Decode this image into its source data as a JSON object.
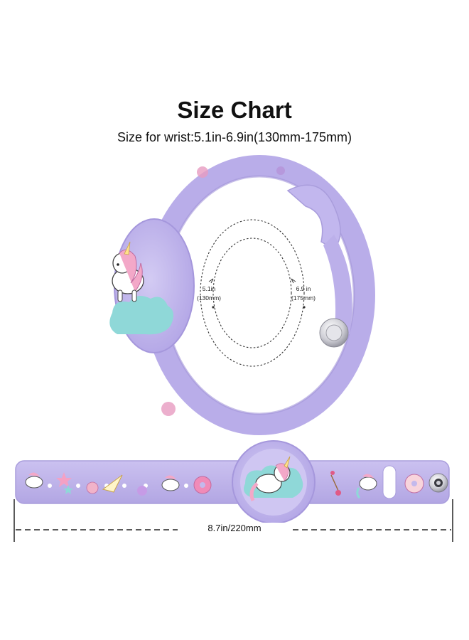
{
  "header": {
    "title": "Size Chart",
    "subtitle": "Size for wrist:5.1in-6.9in(130mm-175mm)"
  },
  "diagram": {
    "inner_circle": {
      "in": "5.1in",
      "mm": "(130mm)"
    },
    "outer_circle": {
      "in": "6.9 in",
      "mm": "(175mm)"
    },
    "band_length": "8.7in/220mm"
  },
  "colors": {
    "band": "#c4b9ec",
    "band_shade": "#a99ddc",
    "cloud": "#8fd8d8"
  }
}
